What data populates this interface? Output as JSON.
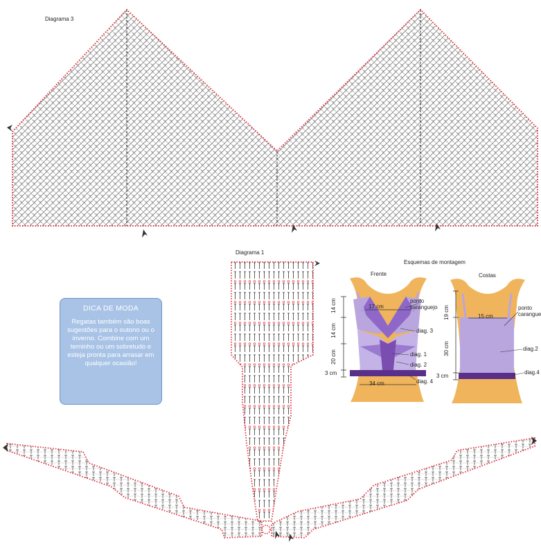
{
  "diagrams": {
    "diagram3": "Diagrama 3",
    "diagram1": "Diagrama 1"
  },
  "assembly": {
    "title": "Esquemas de montagem",
    "front": {
      "title": "Frente",
      "top_width": "17 cm",
      "bottom_width": "34 cm",
      "heights": [
        "14 cm",
        "14 cm",
        "20 cm",
        "3 cm"
      ],
      "stitch_label": "ponto\ncaranguejo",
      "diag3": "diag. 3",
      "diag1": "diag. 1",
      "diag2": "diag. 2",
      "diag4": "diag. 4"
    },
    "back": {
      "title": "Costas",
      "top_width": "15 cm",
      "heights": [
        "19 cm",
        "30 cm",
        "3 cm"
      ],
      "stitch_label": "ponto\ncaranguejo",
      "diag2": "diag.2",
      "diag4": "diag.4"
    }
  },
  "tip": {
    "title": "DICA DE MODA",
    "body": "Regatas também são boas sugestões para o outono ou o inverno. Combine com um terninho ou um sobretudo e esteja pronta para arrasar em qualquer ocasião!"
  },
  "colors": {
    "chain": "#e0303c",
    "stitch": "#333333",
    "torso": "#f0b45c",
    "fabric": "#b9a6de",
    "fabric_dark": "#7c4db0",
    "band": "#5a2f8a",
    "tip_bg": "#a8c3e6"
  }
}
